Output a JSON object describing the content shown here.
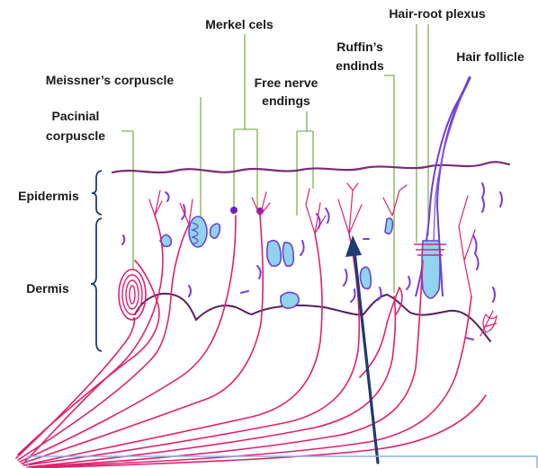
{
  "labels": {
    "hair_root_plexus": "Hair-root plexus",
    "merkel": "Merkel cels",
    "ruffin_line1": "Ruffin’s",
    "ruffin_line2": "endinds",
    "hair_follicle": "Hair follicle",
    "meissner": "Meissner’s corpuscle",
    "free_line1": "Free nerve",
    "free_line2": "endings",
    "pacinial_line1": "Pacinial",
    "pacinial_line2": "corpuscle",
    "epidermis": "Epidermis",
    "dermis": "Dermis"
  },
  "colors": {
    "nerve": "#e2206e",
    "leader": "#6aa12c",
    "surface": "#7a2b79",
    "vessel_fill": "#8fd3ec",
    "vessel_stroke": "#6e3fd6",
    "arrow": "#1f3b73",
    "bottom_box": "#8db3e2"
  }
}
